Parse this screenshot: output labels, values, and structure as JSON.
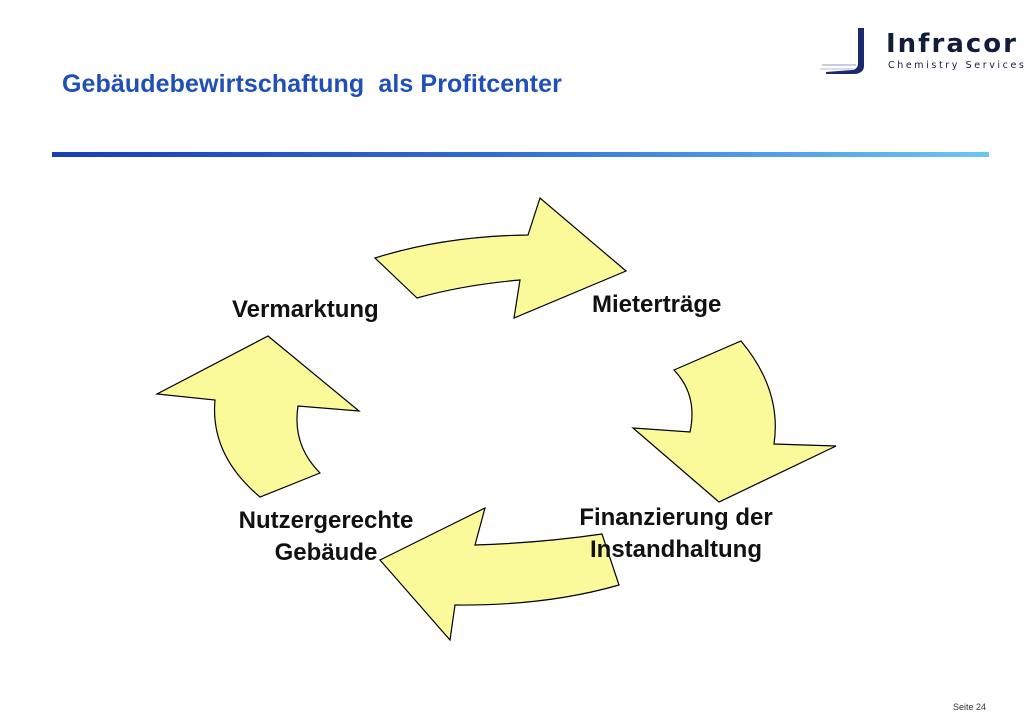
{
  "header": {
    "title": "Gebäudebewirtschaftung  als Profitcenter"
  },
  "logo": {
    "name": "Infracor",
    "subtitle": "Chemistry Services",
    "icon": "infracor-logo-mark"
  },
  "cycle": {
    "steps": [
      {
        "label": "Vermarktung"
      },
      {
        "label": "Mieterträge"
      },
      {
        "label_lines": [
          "Finanzierung der",
          "Instandhaltung"
        ]
      },
      {
        "label_lines": [
          "Nutzergerechte",
          "Gebäude"
        ]
      }
    ],
    "arrow_fill": "#fafa9a",
    "arrow_stroke": "#000000"
  },
  "footer": {
    "page": "Seite 24"
  },
  "colors": {
    "title": "#1f4fb8",
    "rule_start": "#1b3fb0",
    "rule_end": "#6cc6f2"
  }
}
